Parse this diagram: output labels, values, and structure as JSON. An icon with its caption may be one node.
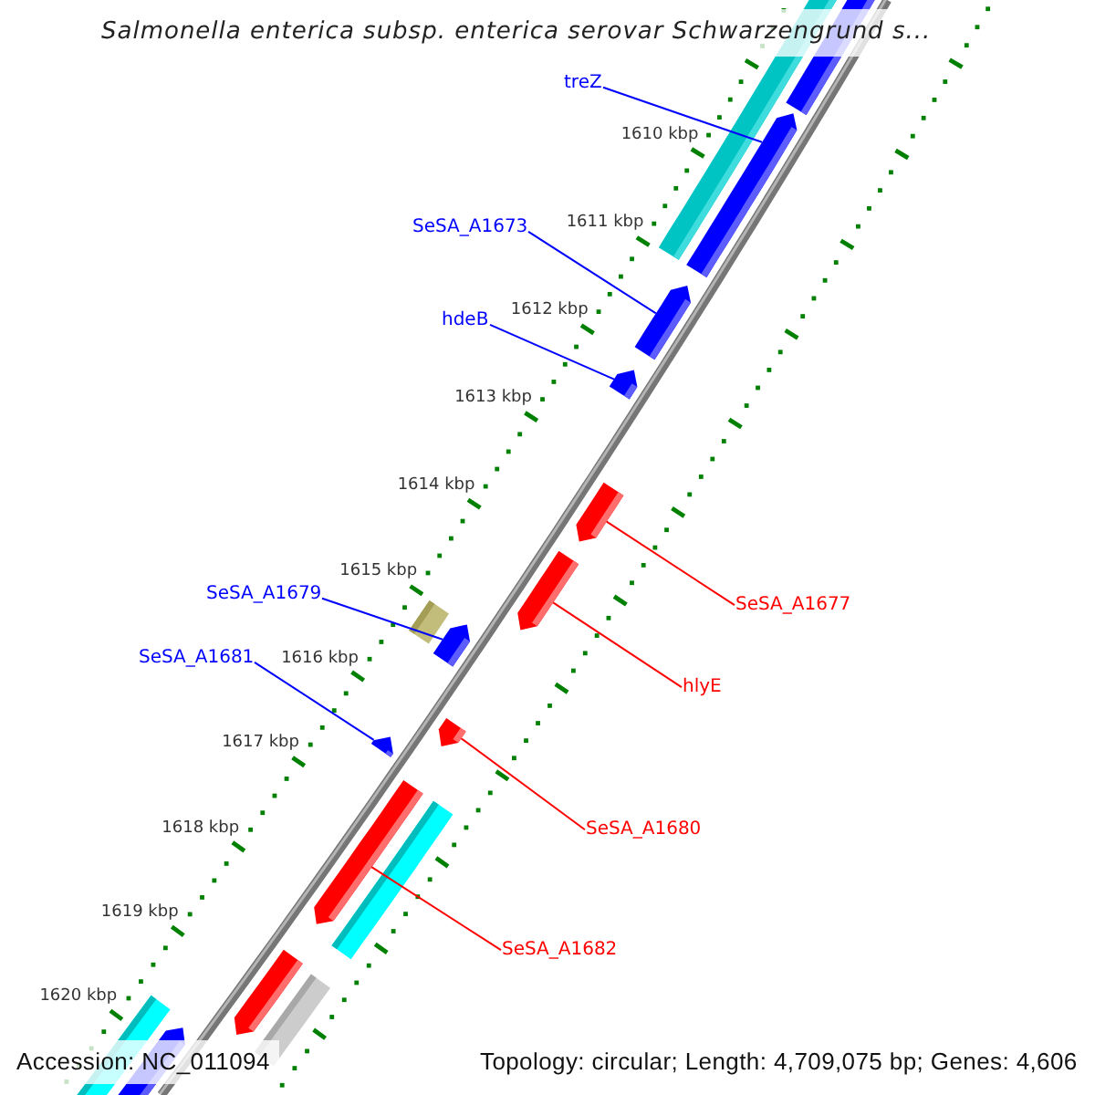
{
  "diagram": {
    "title": "Salmonella enterica subsp. enterica serovar Schwarzengrund s...",
    "nodes": [
      {
        "text": [
          "treZ"
        ]
      },
      {
        "text": [
          "SeSA_A1673"
        ]
      },
      {
        "text": [
          "hdeB"
        ]
      },
      {
        "text": [
          "SeSA_A1679"
        ]
      },
      {
        "text": [
          "SeSA_A1677"
        ]
      },
      {
        "text": [
          "SeSA_A1681"
        ]
      },
      {
        "text": [
          "hlyE"
        ]
      },
      {
        "text": [
          "SeSA_A1680"
        ]
      },
      {
        "text": [
          "SeSA_A1682"
        ]
      },
      {
        "text": [],
        "shape": "bar"
      },
      {
        "text": [],
        "shape": "bar"
      },
      {
        "text": [],
        "shape": "bar"
      },
      {
        "text": [],
        "shape": "bar"
      },
      {
        "text": [],
        "shape": "bar"
      },
      {
        "text": [],
        "shape": "bar"
      },
      {
        "text": [],
        "shape": "bar"
      },
      {
        "text": [],
        "shape": "bar"
      },
      {
        "text": [],
        "shape": "bar"
      },
      {
        "text": [],
        "shape": "bar"
      },
      {
        "text": [],
        "shape": "bar"
      },
      {
        "text": [],
        "shape": "bar"
      },
      {
        "text": [],
        "shape": "bar"
      },
      {
        "text": [],
        "shape": "bar"
      },
      {
        "text": [],
        "shape": "bar"
      },
      {
        "text": [],
        "shape": "bar"
      },
      {
        "text": [],
        "shape": "bar"
      }
    ],
    "edges": [
      {
        "from": 0,
        "to": 11,
        "arrow": "none"
      },
      {
        "from": 1,
        "to": 12,
        "arrow": "none"
      },
      {
        "from": 2,
        "to": 13,
        "arrow": "none"
      },
      {
        "from": 3,
        "to": 17,
        "arrow": "none"
      },
      {
        "from": 4,
        "to": 14,
        "arrow": "none",
        "color": "#ff0000"
      },
      {
        "from": 5,
        "to": 19,
        "arrow": "none"
      },
      {
        "from": 6,
        "to": 15,
        "arrow": "none",
        "color": "#ff0000"
      },
      {
        "from": 7,
        "to": 18,
        "arrow": "none",
        "color": "#ff0000"
      },
      {
        "from": 8,
        "to": 20,
        "arrow": "none",
        "color": "#ff0000"
      }
    ],
    "labels": [
      "1610 kbp",
      "1611 kbp",
      "1612 kbp",
      "1613 kbp",
      "1614 kbp",
      "1615 kbp",
      "1616 kbp",
      "1617 kbp",
      "1618 kbp",
      "1619 kbp",
      "1620 kbp",
      "Accession: NC_011094",
      "Topology: circular; Length: 4,709,075 bp; Genes: 4,606"
    ]
  }
}
